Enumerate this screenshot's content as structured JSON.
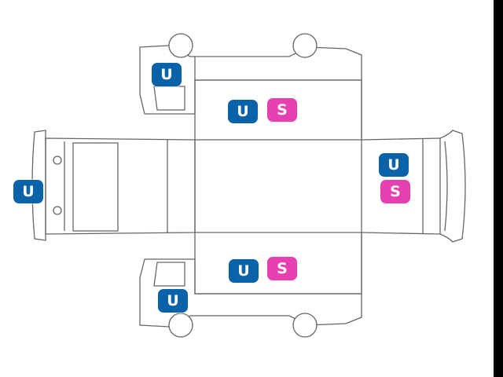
{
  "colors": {
    "outline": "#555555",
    "u_badge": "#0a63a8",
    "s_badge": "#e63fb0",
    "background": "#ffffff"
  },
  "badges": {
    "cab_top_u": "U",
    "cargo_top_u": "U",
    "cargo_top_s": "S",
    "front_u": "U",
    "rear_u": "U",
    "rear_s": "S",
    "cargo_bottom_u": "U",
    "cargo_bottom_s": "S",
    "cab_bottom_u": "U"
  }
}
